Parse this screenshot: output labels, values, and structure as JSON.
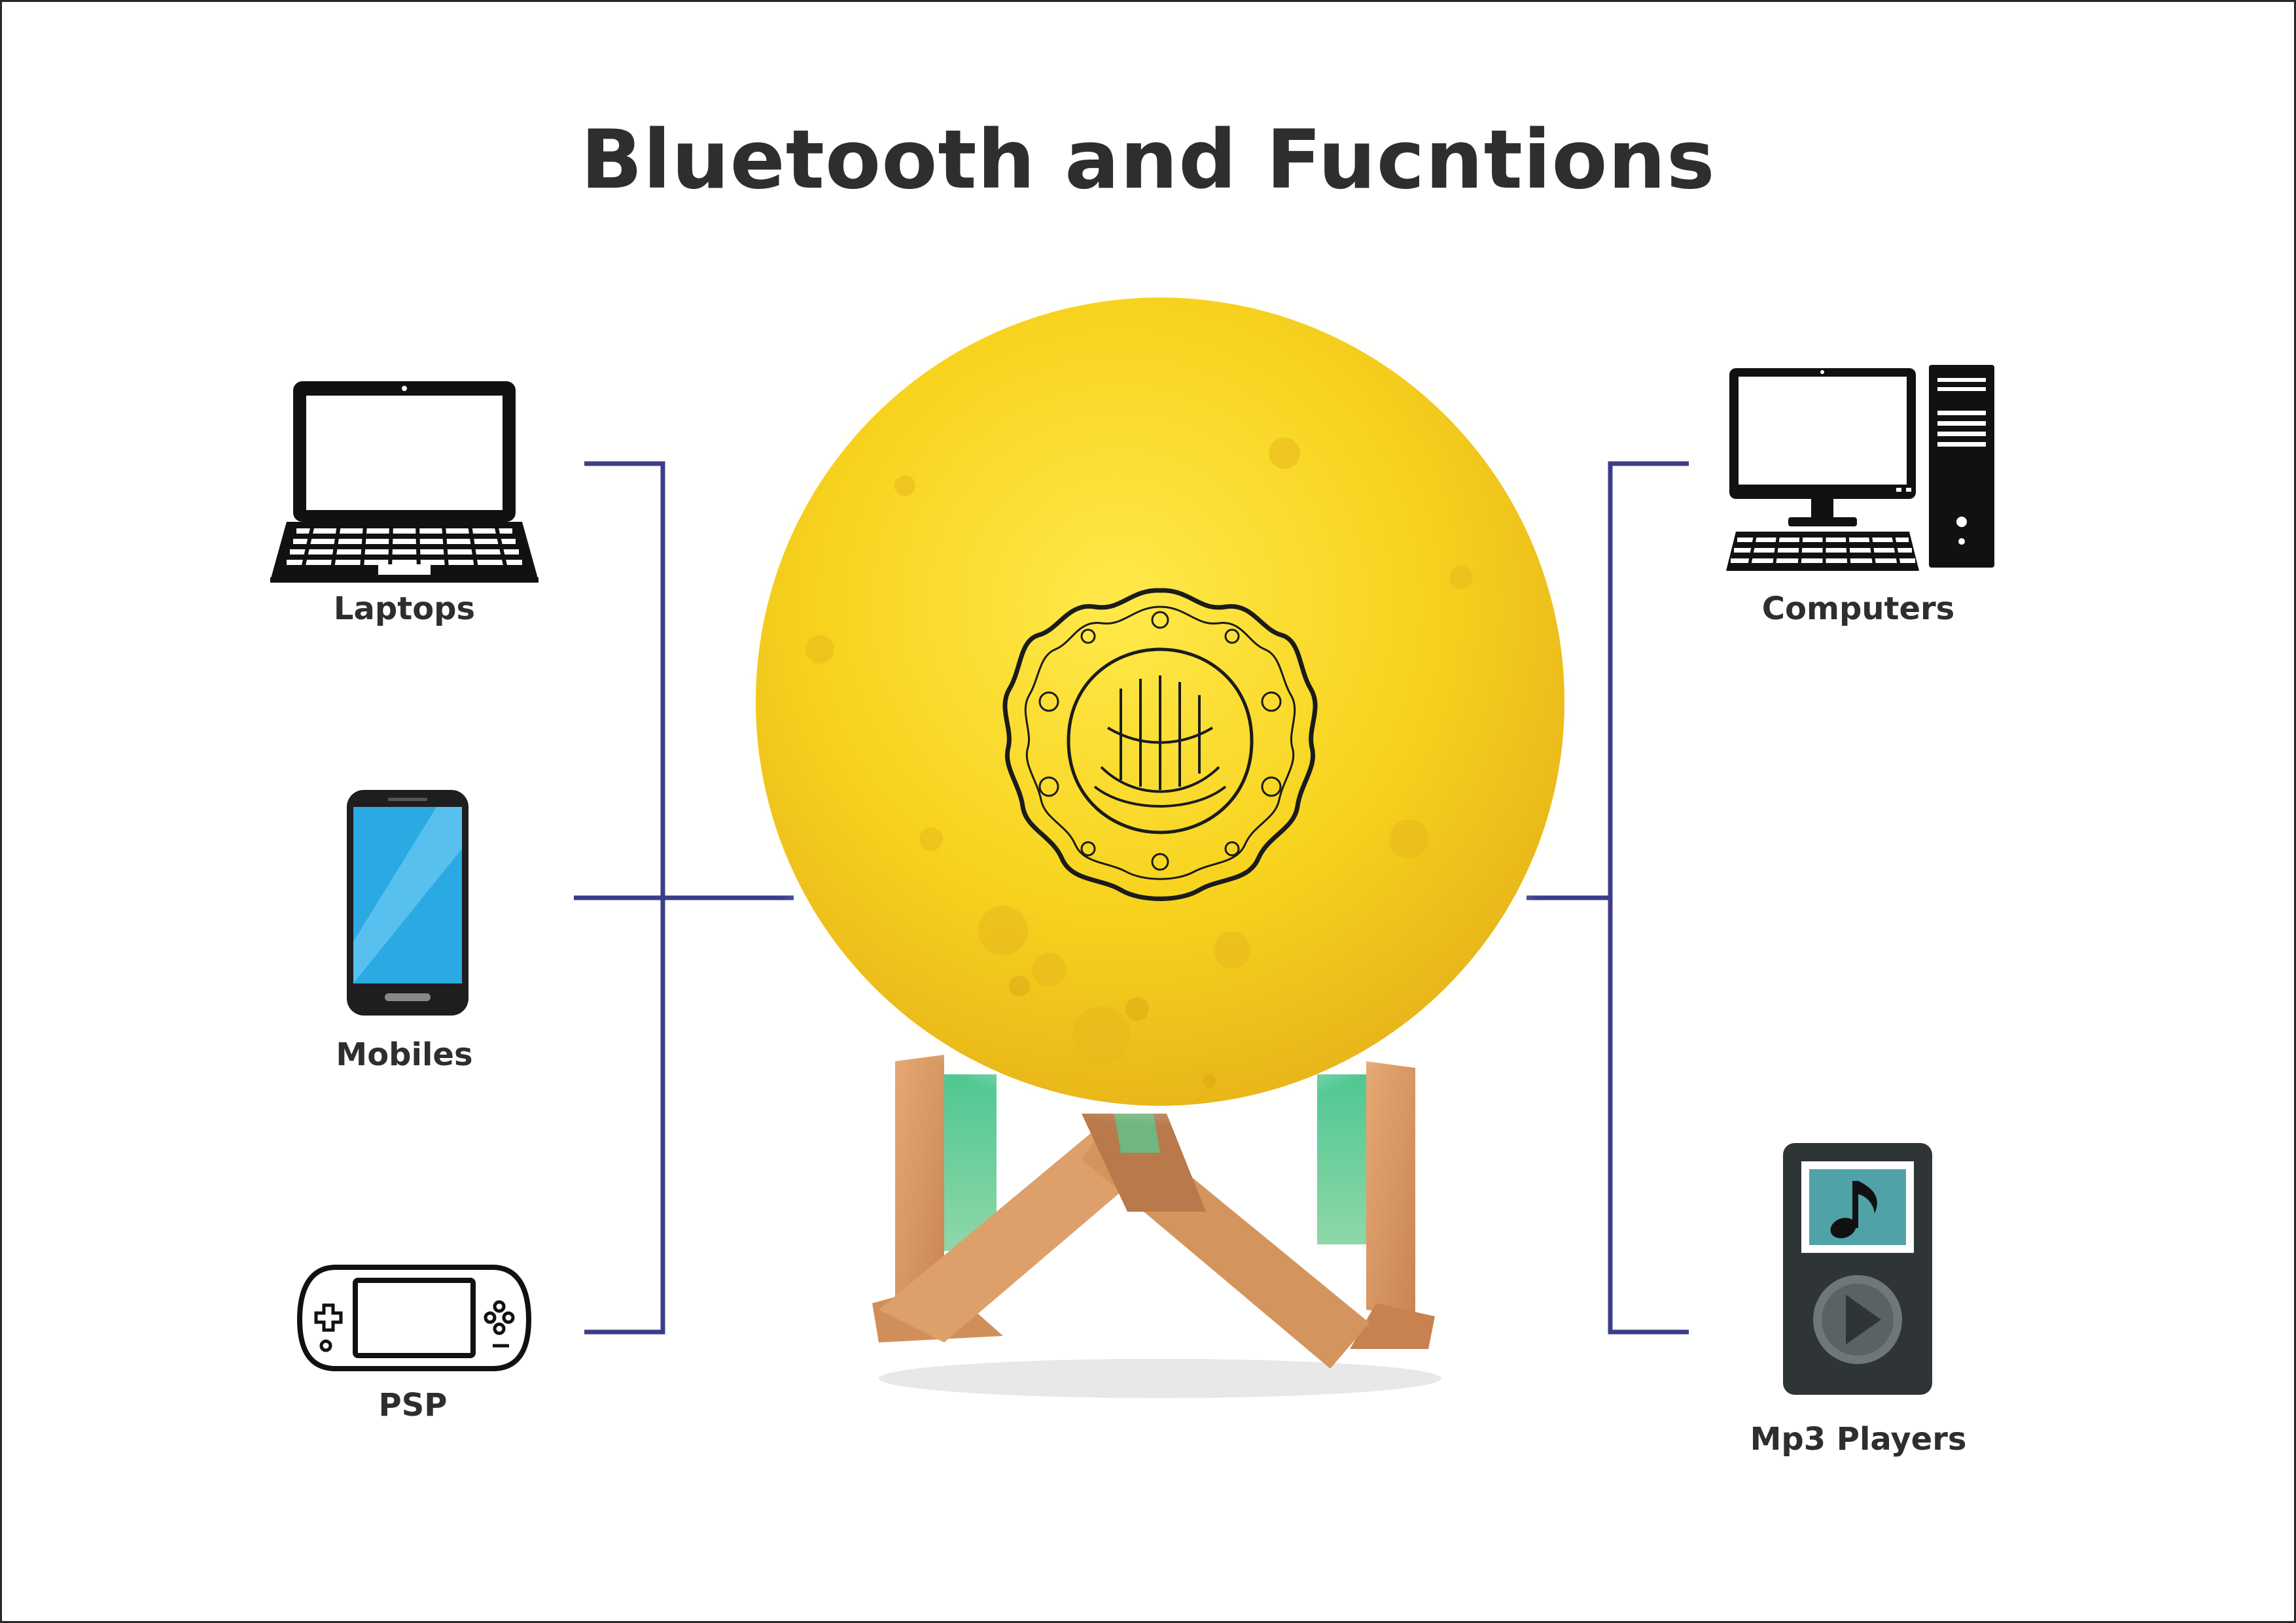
{
  "title": "Bluetooth and Fucntions",
  "devices": {
    "laptops": "Laptops",
    "mobiles": "Mobiles",
    "psp": "PSP",
    "computers": "Computers",
    "mp3_players": "Mp3 Players"
  },
  "colors": {
    "connector": "#3c3d8a",
    "moon": "#f7d31e",
    "moon_glow": "#fff3a8",
    "phone_screen": "#2aa9e3",
    "mp3_screen": "#4fa3a8",
    "mp3_body": "#2f3536",
    "icon_stroke": "#111111",
    "stand_wood": "#d99a63",
    "stand_green": "#5fc48d"
  }
}
